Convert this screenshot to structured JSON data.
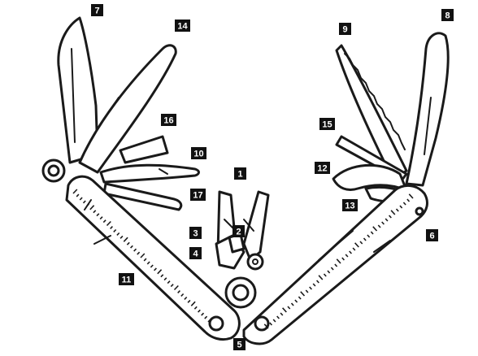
{
  "callouts": [
    {
      "id": "c7",
      "text": "7"
    },
    {
      "id": "c14",
      "text": "14"
    },
    {
      "id": "c16",
      "text": "16"
    },
    {
      "id": "c10",
      "text": "10"
    },
    {
      "id": "c1",
      "text": "1"
    },
    {
      "id": "c17",
      "text": "17"
    },
    {
      "id": "c3",
      "text": "3"
    },
    {
      "id": "c2",
      "text": "2"
    },
    {
      "id": "c4",
      "text": "4"
    },
    {
      "id": "c11",
      "text": "11"
    },
    {
      "id": "c5",
      "text": "5"
    },
    {
      "id": "c9",
      "text": "9"
    },
    {
      "id": "c8",
      "text": "8"
    },
    {
      "id": "c15",
      "text": "15"
    },
    {
      "id": "c12",
      "text": "12"
    },
    {
      "id": "c13",
      "text": "13"
    },
    {
      "id": "c6",
      "text": "6"
    }
  ]
}
